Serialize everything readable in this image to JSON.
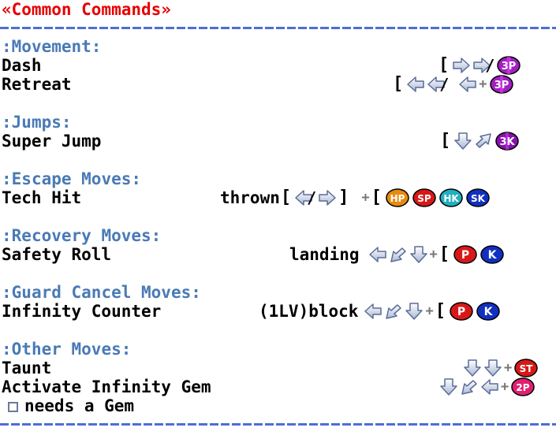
{
  "title": "«Common Commands»",
  "sections": {
    "movement": "Movement:",
    "jumps": "Jumps:",
    "escape": "Escape Moves:",
    "recovery": "Recovery Moves:",
    "guard": "Guard Cancel Moves:",
    "other": "Other Moves:"
  },
  "moves": {
    "dash": "Dash",
    "retreat": "Retreat",
    "super_jump": "Super Jump",
    "tech_hit": "Tech Hit",
    "safety_roll": "Safety Roll",
    "infinity_counter": "Infinity Counter",
    "taunt": "Taunt",
    "activate_gem": "Activate Infinity Gem"
  },
  "conditions": {
    "thrown": "thrown",
    "landing": "landing",
    "block": "(1LV)block"
  },
  "buttons": {
    "3P": "3P",
    "3K": "3K",
    "HP": "HP",
    "SP": "SP",
    "HK": "HK",
    "SK": "SK",
    "P": "P",
    "K": "K",
    "ST": "ST",
    "2P": "2P"
  },
  "symbols": {
    "bracket_open": "[",
    "bracket_close": "]",
    "slash": "/",
    "plus": "+",
    "prefix": ":"
  },
  "note": "needs a Gem",
  "colors": {
    "title": "#e60000",
    "section": "#4a7ab5",
    "rule": "#4a6fd6",
    "btn_purple": "#a020c0",
    "btn_orange": "#e88a10",
    "btn_red": "#d81818",
    "btn_teal": "#20b0c0",
    "btn_blue": "#1030c0",
    "btn_pink": "#e02070"
  }
}
